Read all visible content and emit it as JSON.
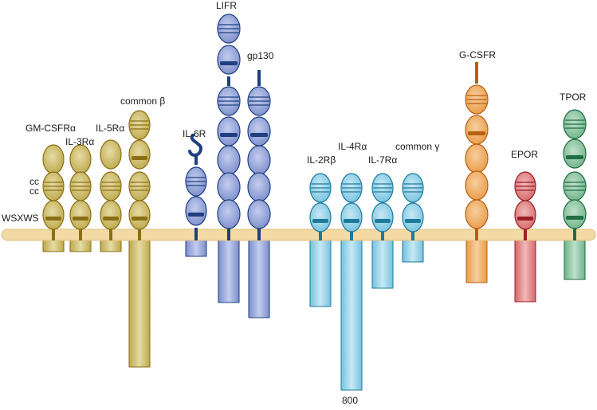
{
  "figure": {
    "membrane_color": "#f3d9a4",
    "side_labels": {
      "cc1": "cc",
      "cc2": "cc",
      "motif": "WSXWS"
    },
    "footnote": "800"
  },
  "receptors": [
    {
      "key": "gmcsfra",
      "label": "GM-CSFRα",
      "color": "#bda84a",
      "dark": "#8a6f16",
      "light": "#e6dba5"
    },
    {
      "key": "il3ra",
      "label": "IL-3Rα",
      "color": "#bda84a",
      "dark": "#8a6f16",
      "light": "#e6dba5"
    },
    {
      "key": "il5ra",
      "label": "IL-5Rα",
      "color": "#bda84a",
      "dark": "#8a6f16",
      "light": "#e6dba5"
    },
    {
      "key": "commonbeta",
      "label": "common β",
      "color": "#bda84a",
      "dark": "#8a6f16",
      "light": "#e6dba5"
    },
    {
      "key": "il6r",
      "label": "IL-6R",
      "color": "#7b8ecc",
      "dark": "#1f3f7f",
      "light": "#c4cdee"
    },
    {
      "key": "lifr",
      "label": "LIFR",
      "color": "#7b8ecc",
      "dark": "#1f3f7f",
      "light": "#c4cdee"
    },
    {
      "key": "gp130",
      "label": "gp130",
      "color": "#7b8ecc",
      "dark": "#1f3f7f",
      "light": "#c4cdee"
    },
    {
      "key": "il2rb",
      "label": "IL-2Rβ",
      "color": "#74c2df",
      "dark": "#1d7a9c",
      "light": "#c8e8f4"
    },
    {
      "key": "il4ra",
      "label": "IL-4Rα",
      "color": "#74c2df",
      "dark": "#1d7a9c",
      "light": "#c8e8f4"
    },
    {
      "key": "il7ra",
      "label": "IL-7Rα",
      "color": "#74c2df",
      "dark": "#1d7a9c",
      "light": "#c8e8f4"
    },
    {
      "key": "commongamma",
      "label": "common γ",
      "color": "#74c2df",
      "dark": "#1d7a9c",
      "light": "#c8e8f4"
    },
    {
      "key": "gcsfr",
      "label": "G-CSFR",
      "color": "#e99a46",
      "dark": "#b85f12",
      "light": "#f6cf9f"
    },
    {
      "key": "epor",
      "label": "EPOR",
      "color": "#d56868",
      "dark": "#9c1f28",
      "light": "#f0b8b8"
    },
    {
      "key": "tpor",
      "label": "TPOR",
      "color": "#6fb38a",
      "dark": "#1f6e44",
      "light": "#bfe0ca"
    }
  ]
}
